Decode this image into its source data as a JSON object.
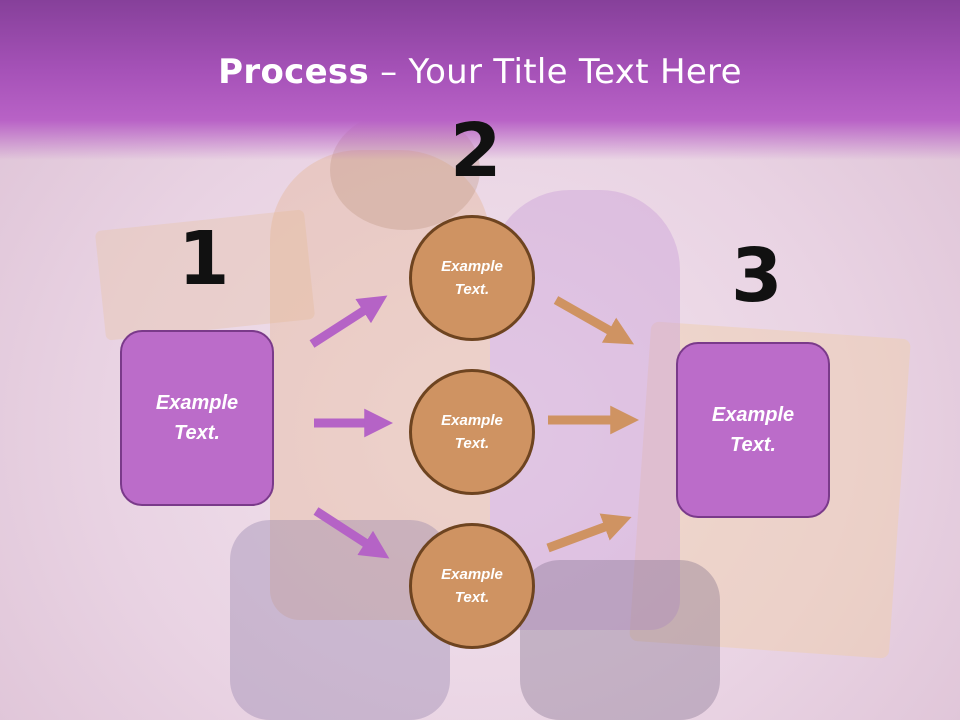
{
  "title": {
    "bold": "Process",
    "rest": " – Your Title Text Here"
  },
  "steps": [
    {
      "number": "1",
      "label": "Example\nText."
    },
    {
      "number": "2",
      "items": [
        "Example\nText.",
        "Example\nText.",
        "Example\nText."
      ]
    },
    {
      "number": "3",
      "label": "Example\nText."
    }
  ],
  "colors": {
    "title_band": "#a652b8",
    "box_fill": "#bb6cc9",
    "box_border": "#7a3a8a",
    "circle_fill": "#cf9362",
    "circle_border": "#6e4420",
    "arrow_purple": "#b563c6",
    "arrow_tan": "#cf9362"
  }
}
